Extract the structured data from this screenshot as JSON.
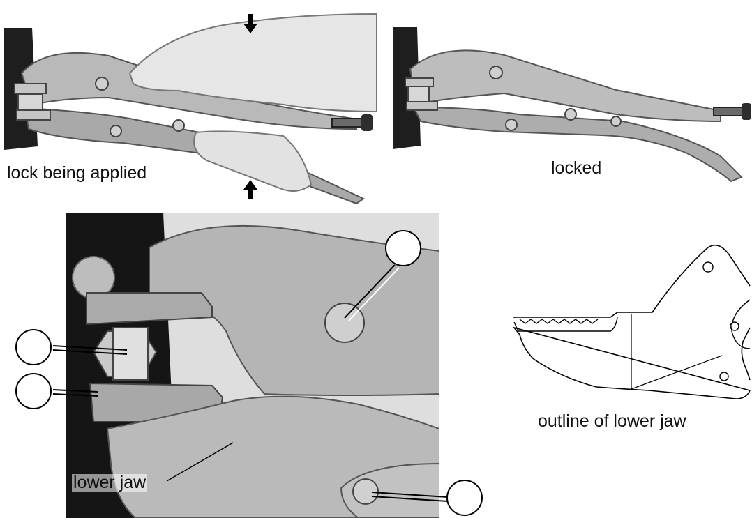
{
  "captions": {
    "lock_applied": "lock being applied",
    "locked": "locked",
    "lower_jaw_photo": "lower jaw",
    "outline": "outline of lower jaw"
  },
  "callouts": {
    "count": 4,
    "content": ""
  },
  "arrows": {
    "top": "pressure arrow pointing down",
    "bottom": "pressure arrow pointing up"
  },
  "colors": {
    "background": "#ffffff",
    "metal": "#bdbdbd",
    "dark_surface": "#1a1a1a",
    "line": "#000000"
  }
}
